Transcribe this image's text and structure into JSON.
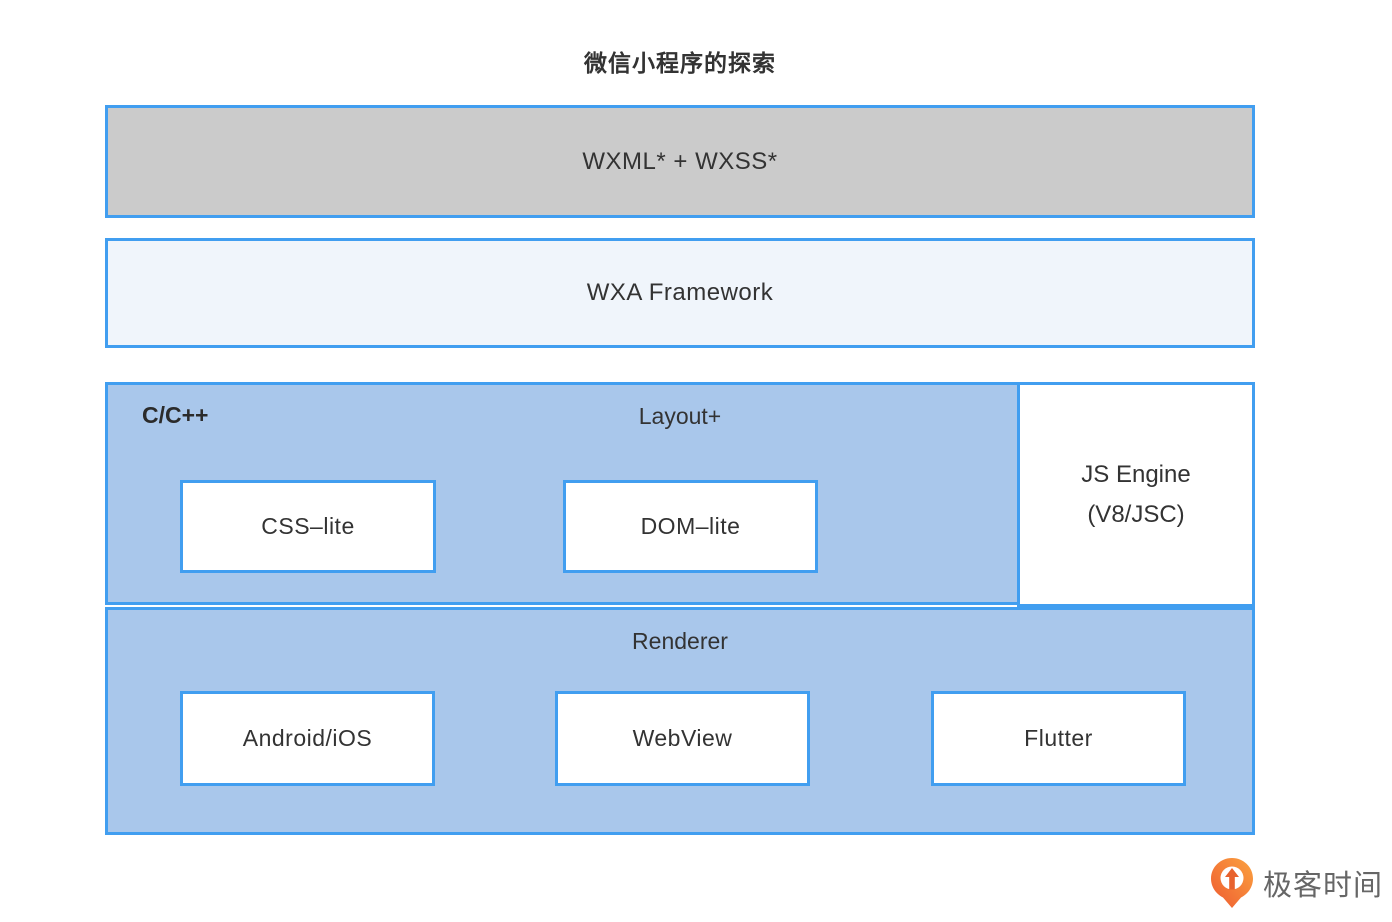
{
  "title": "微信小程序的探索",
  "diagram": {
    "wxml_layer": {
      "label": "WXML* + WXSS*"
    },
    "wxa_layer": {
      "label": "WXA Framework"
    },
    "layout_layer": {
      "corner_label": "C/C++",
      "label": "Layout+",
      "children": [
        {
          "label": "CSS–lite"
        },
        {
          "label": "DOM–lite"
        }
      ]
    },
    "js_engine": {
      "line1": "JS Engine",
      "line2": "(V8/JSC)"
    },
    "renderer_layer": {
      "label": "Renderer",
      "children": [
        {
          "label": "Android/iOS"
        },
        {
          "label": "WebView"
        },
        {
          "label": "Flutter"
        }
      ]
    }
  },
  "footer": {
    "brand": "极客时间",
    "logo_icon": "geektime-pin-icon"
  },
  "colors": {
    "accent-border": "#419EF0",
    "fill-blue": "#A9C7EB",
    "fill-gray": "#CBCBCB",
    "fill-light": "#F0F5FB",
    "text-dark": "#333333",
    "brand-orange": "#F0703A",
    "brand-text": "#666666"
  }
}
